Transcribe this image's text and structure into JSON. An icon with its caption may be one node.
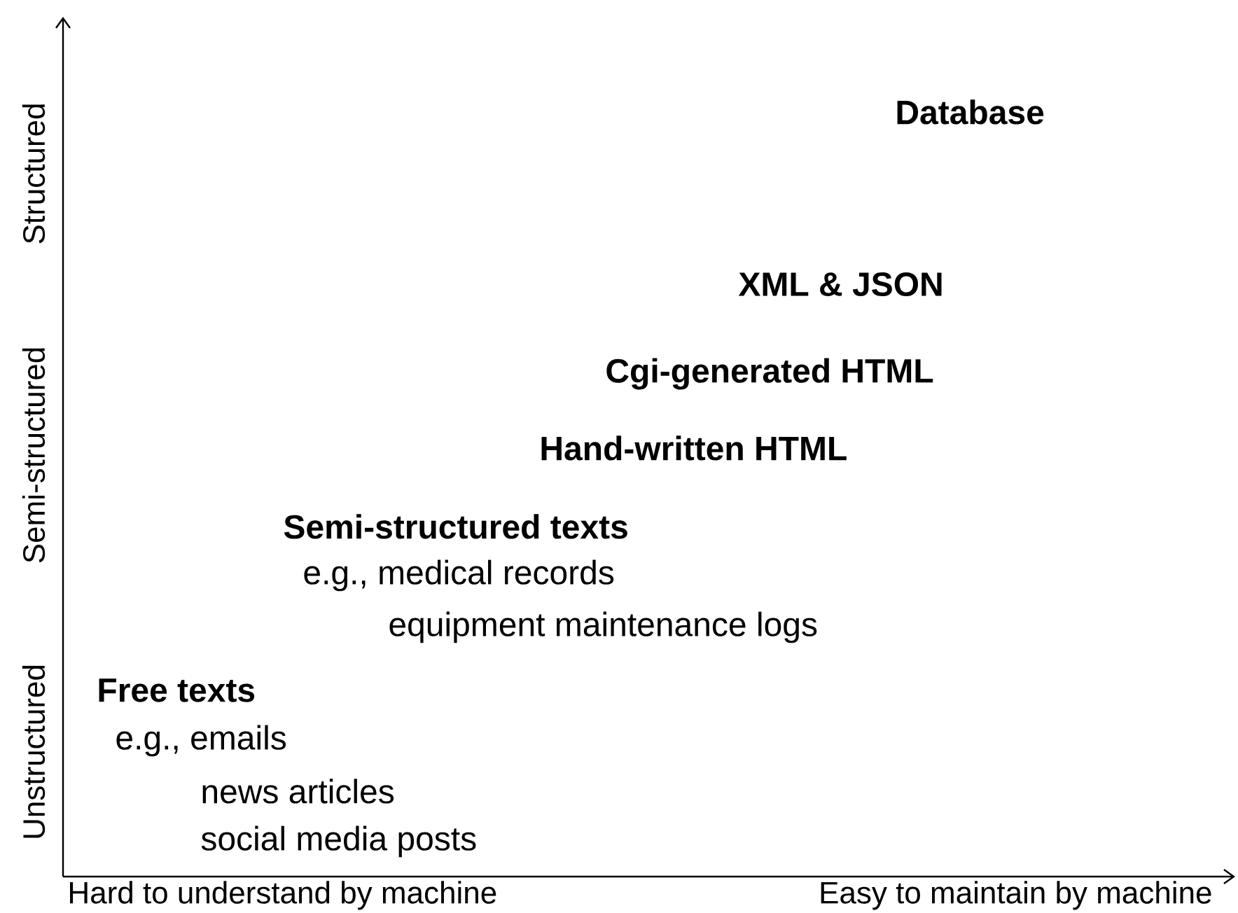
{
  "diagram": {
    "labels": [
      "Database",
      "XML & JSON",
      "Cgi-generated HTML",
      "Hand-written HTML",
      "Semi-structured texts",
      "e.g., medical records",
      "equipment maintenance logs",
      "Free texts",
      "e.g., emails",
      "news articles",
      "social media posts",
      "Structured",
      "Semi-structured",
      "Unstructured",
      "Hard to understand by machine",
      "Easy to maintain by machine"
    ]
  }
}
